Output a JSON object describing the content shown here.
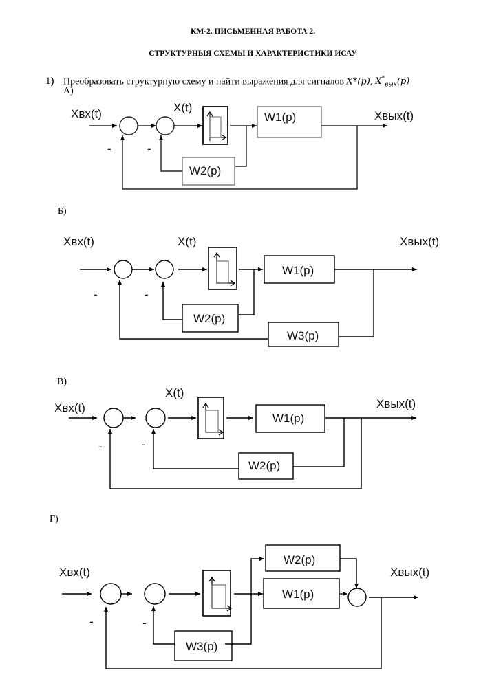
{
  "document": {
    "title_line1": "КМ-2. ПИСЬМЕННАЯ РАБОТА 2.",
    "title_line2": "СТРУКТУРНЫЯ СХЕМЫ И ХАРАКТЕРИСТИКИ ИСАУ",
    "task": {
      "number": "1)",
      "text": "Преобразовать структурную схему и найти выражения для сигналов",
      "signal1": "X*(p),",
      "signal2_base": "X",
      "signal2_sup": "*",
      "signal2_sub": "вых",
      "signal2_tail": "(p)"
    }
  },
  "diagrams": [
    {
      "label": "А)",
      "input": "Xвх(t)",
      "error": "X(t)",
      "output": "Xвых(t)",
      "blocks": [
        "W1(p)",
        "W2(p)"
      ],
      "minus_signs": [
        "-",
        "-"
      ],
      "nonlinear_element": "relay-hysteresis"
    },
    {
      "label": "Б)",
      "input": "Xвх(t)",
      "error": "X(t)",
      "output": "Xвых(t)",
      "blocks": [
        "W1(p)",
        "W2(p)",
        "W3(p)"
      ],
      "minus_signs": [
        "-",
        "-"
      ],
      "nonlinear_element": "relay-hysteresis"
    },
    {
      "label": "В)",
      "input": "Xвх(t)",
      "error": "X(t)",
      "output": "Xвых(t)",
      "blocks": [
        "W1(p)",
        "W2(p)"
      ],
      "minus_signs": [
        "-",
        "-"
      ],
      "nonlinear_element": "relay-hysteresis"
    },
    {
      "label": "Г)",
      "input": "Xвх(t)",
      "output": "Xвых(t)",
      "blocks": [
        "W1(p)",
        "W2(p)",
        "W3(p)"
      ],
      "minus_signs": [
        "-",
        "-"
      ],
      "nonlinear_element": "relay-hysteresis"
    }
  ]
}
